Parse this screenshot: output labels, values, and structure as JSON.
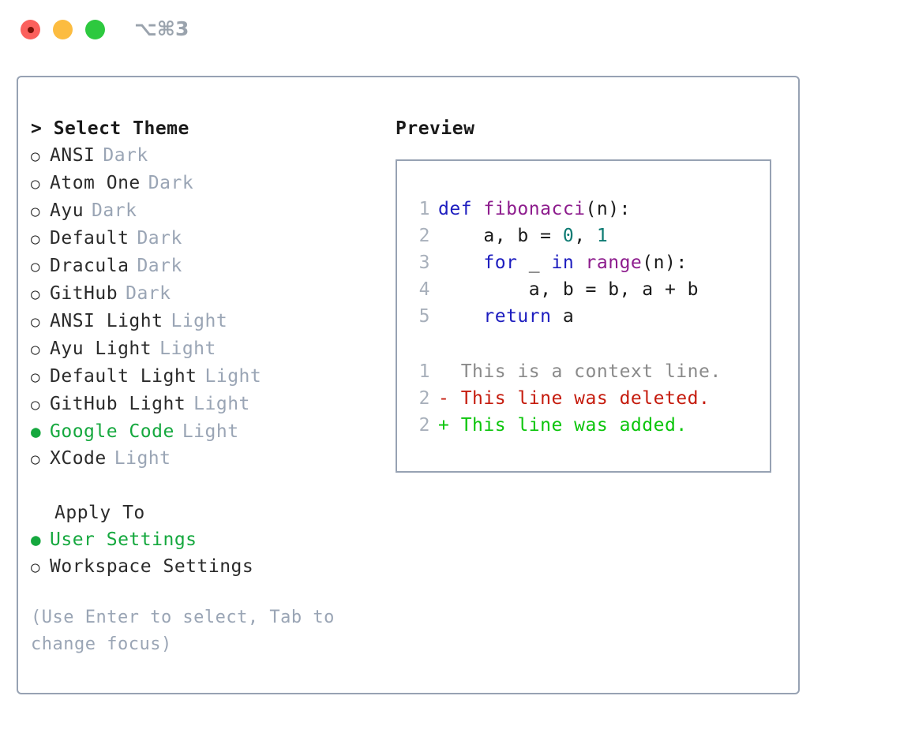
{
  "window": {
    "title": "⌥⌘3",
    "traffic_lights": [
      "close-red",
      "minimize-yellow",
      "maximize-green"
    ]
  },
  "left_panel": {
    "header": "> Select Theme",
    "themes": [
      {
        "bullet": "○",
        "name": "ANSI",
        "tag": "Dark",
        "selected": false
      },
      {
        "bullet": "○",
        "name": "Atom One",
        "tag": "Dark",
        "selected": false
      },
      {
        "bullet": "○",
        "name": "Ayu",
        "tag": "Dark",
        "selected": false
      },
      {
        "bullet": "○",
        "name": "Default",
        "tag": "Dark",
        "selected": false
      },
      {
        "bullet": "○",
        "name": "Dracula",
        "tag": "Dark",
        "selected": false
      },
      {
        "bullet": "○",
        "name": "GitHub",
        "tag": "Dark",
        "selected": false
      },
      {
        "bullet": "○",
        "name": "ANSI Light",
        "tag": "Light",
        "selected": false
      },
      {
        "bullet": "○",
        "name": "Ayu Light",
        "tag": "Light",
        "selected": false
      },
      {
        "bullet": "○",
        "name": "Default Light",
        "tag": "Light",
        "selected": false
      },
      {
        "bullet": "○",
        "name": "GitHub Light",
        "tag": "Light",
        "selected": false
      },
      {
        "bullet": "●",
        "name": "Google Code",
        "tag": "Light",
        "selected": true
      },
      {
        "bullet": "○",
        "name": "XCode",
        "tag": "Light",
        "selected": false
      }
    ],
    "apply_to": {
      "header": "Apply To",
      "options": [
        {
          "bullet": "●",
          "name": "User Settings",
          "selected": true
        },
        {
          "bullet": "○",
          "name": "Workspace Settings",
          "selected": false
        }
      ]
    },
    "hint": "(Use Enter to select, Tab to change focus)"
  },
  "right_panel": {
    "title": "Preview",
    "code_lines": [
      {
        "num": "1",
        "tokens": [
          {
            "t": "def ",
            "c": "kw"
          },
          {
            "t": "fibonacci",
            "c": "fn"
          },
          {
            "t": "(n):",
            "c": "pln"
          }
        ]
      },
      {
        "num": "2",
        "tokens": [
          {
            "t": "    a, b = ",
            "c": "pln"
          },
          {
            "t": "0",
            "c": "num"
          },
          {
            "t": ", ",
            "c": "pln"
          },
          {
            "t": "1",
            "c": "num"
          }
        ]
      },
      {
        "num": "3",
        "tokens": [
          {
            "t": "    ",
            "c": "pln"
          },
          {
            "t": "for",
            "c": "kw"
          },
          {
            "t": " _ ",
            "c": "pln"
          },
          {
            "t": "in",
            "c": "kw"
          },
          {
            "t": " ",
            "c": "pln"
          },
          {
            "t": "range",
            "c": "fn"
          },
          {
            "t": "(n):",
            "c": "pln"
          }
        ]
      },
      {
        "num": "4",
        "tokens": [
          {
            "t": "        a, b = b, a + b",
            "c": "pln"
          }
        ]
      },
      {
        "num": "5",
        "tokens": [
          {
            "t": "    ",
            "c": "pln"
          },
          {
            "t": "return",
            "c": "kw"
          },
          {
            "t": " a",
            "c": "pln"
          }
        ]
      }
    ],
    "diff_lines": [
      {
        "num": "1",
        "marker": " ",
        "text": " This is a context line.",
        "kind": "ctx"
      },
      {
        "num": "2",
        "marker": "-",
        "text": " This line was deleted.",
        "kind": "del"
      },
      {
        "num": "2",
        "marker": "+",
        "text": " This line was added.",
        "kind": "add"
      }
    ]
  },
  "colors": {
    "accent_green": "#15a83e",
    "border": "#97a2b3",
    "muted": "#9aa5b5",
    "keyword": "#1d1dbf",
    "function": "#8d1c8d",
    "number": "#0c7a72",
    "diff_deleted": "#c51b0d",
    "diff_added": "#0bc50b",
    "diff_context": "#8a8a8a"
  }
}
